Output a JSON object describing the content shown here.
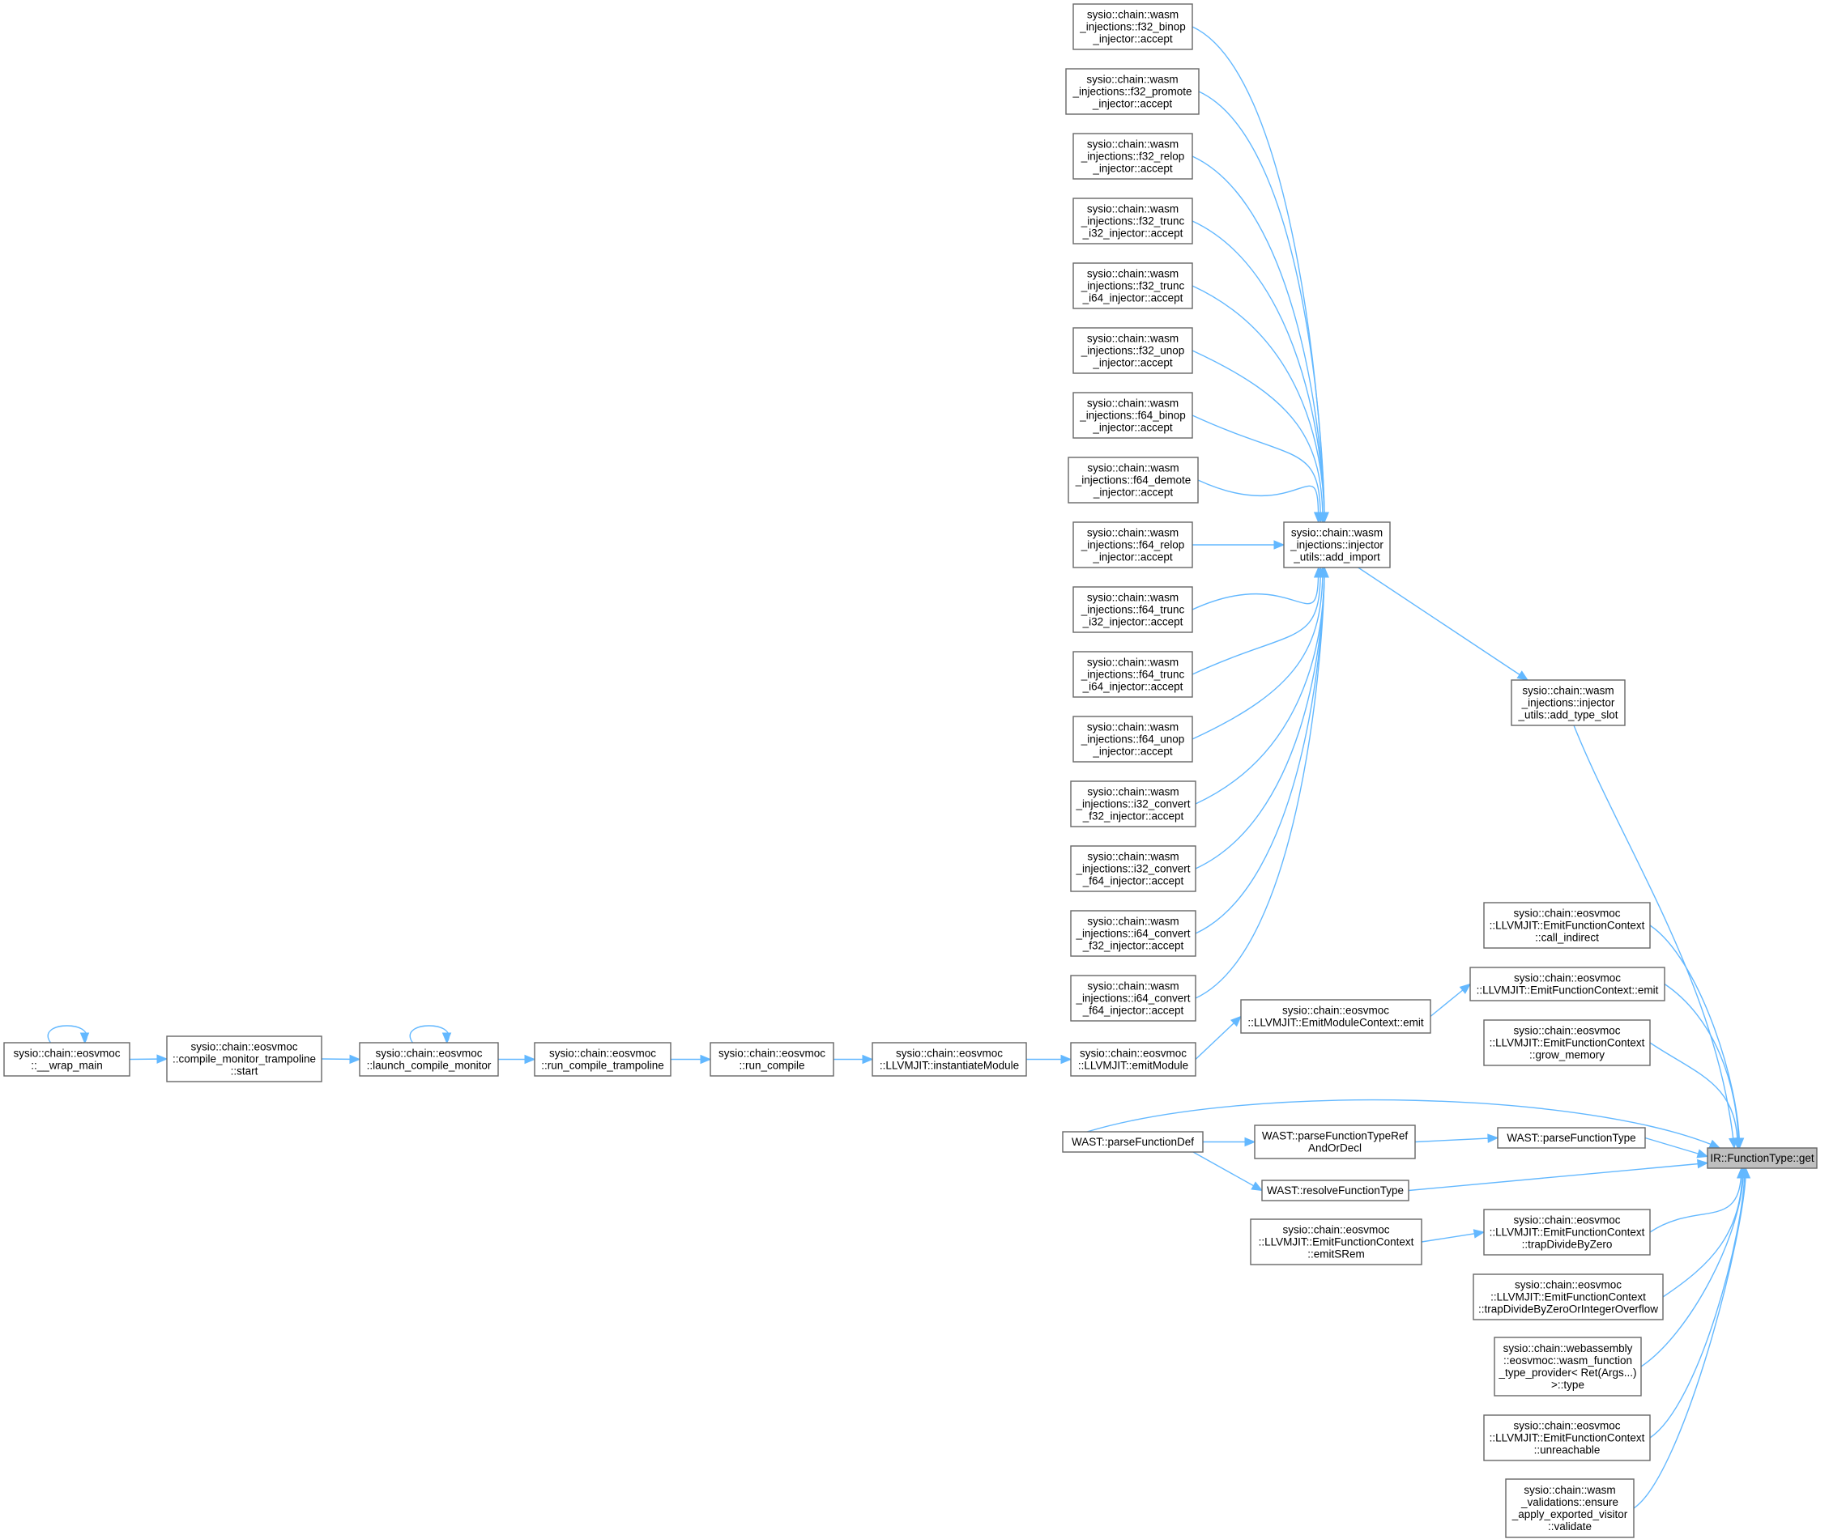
{
  "graph": {
    "root": "n_get",
    "nodes": [
      {
        "id": "n_get",
        "lines": [
          "IR::FunctionType::get"
        ],
        "root": true
      },
      {
        "id": "n_f32_binop",
        "lines": [
          "sysio::chain::wasm",
          "_injections::f32_binop",
          "_injector::accept"
        ]
      },
      {
        "id": "n_f32_promote",
        "lines": [
          "sysio::chain::wasm",
          "_injections::f32_promote",
          "_injector::accept"
        ]
      },
      {
        "id": "n_f32_relop",
        "lines": [
          "sysio::chain::wasm",
          "_injections::f32_relop",
          "_injector::accept"
        ]
      },
      {
        "id": "n_f32_trunc_i32",
        "lines": [
          "sysio::chain::wasm",
          "_injections::f32_trunc",
          "_i32_injector::accept"
        ]
      },
      {
        "id": "n_f32_trunc_i64",
        "lines": [
          "sysio::chain::wasm",
          "_injections::f32_trunc",
          "_i64_injector::accept"
        ]
      },
      {
        "id": "n_f32_unop",
        "lines": [
          "sysio::chain::wasm",
          "_injections::f32_unop",
          "_injector::accept"
        ]
      },
      {
        "id": "n_f64_binop",
        "lines": [
          "sysio::chain::wasm",
          "_injections::f64_binop",
          "_injector::accept"
        ]
      },
      {
        "id": "n_f64_demote",
        "lines": [
          "sysio::chain::wasm",
          "_injections::f64_demote",
          "_injector::accept"
        ]
      },
      {
        "id": "n_f64_relop",
        "lines": [
          "sysio::chain::wasm",
          "_injections::f64_relop",
          "_injector::accept"
        ]
      },
      {
        "id": "n_f64_trunc_i32",
        "lines": [
          "sysio::chain::wasm",
          "_injections::f64_trunc",
          "_i32_injector::accept"
        ]
      },
      {
        "id": "n_f64_trunc_i64",
        "lines": [
          "sysio::chain::wasm",
          "_injections::f64_trunc",
          "_i64_injector::accept"
        ]
      },
      {
        "id": "n_f64_unop",
        "lines": [
          "sysio::chain::wasm",
          "_injections::f64_unop",
          "_injector::accept"
        ]
      },
      {
        "id": "n_i32_convert_f32",
        "lines": [
          "sysio::chain::wasm",
          "_injections::i32_convert",
          "_f32_injector::accept"
        ]
      },
      {
        "id": "n_i32_convert_f64",
        "lines": [
          "sysio::chain::wasm",
          "_injections::i32_convert",
          "_f64_injector::accept"
        ]
      },
      {
        "id": "n_i64_convert_f32",
        "lines": [
          "sysio::chain::wasm",
          "_injections::i64_convert",
          "_f32_injector::accept"
        ]
      },
      {
        "id": "n_i64_convert_f64",
        "lines": [
          "sysio::chain::wasm",
          "_injections::i64_convert",
          "_f64_injector::accept"
        ]
      },
      {
        "id": "n_add_import",
        "lines": [
          "sysio::chain::wasm",
          "_injections::injector",
          "_utils::add_import"
        ]
      },
      {
        "id": "n_add_type_slot",
        "lines": [
          "sysio::chain::wasm",
          "_injections::injector",
          "_utils::add_type_slot"
        ]
      },
      {
        "id": "n_call_indirect",
        "lines": [
          "sysio::chain::eosvmoc",
          "::LLVMJIT::EmitFunctionContext",
          "::call_indirect"
        ]
      },
      {
        "id": "n_efc_emit",
        "lines": [
          "sysio::chain::eosvmoc",
          "::LLVMJIT::EmitFunctionContext::emit"
        ]
      },
      {
        "id": "n_emc_emit",
        "lines": [
          "sysio::chain::eosvmoc",
          "::LLVMJIT::EmitModuleContext::emit"
        ]
      },
      {
        "id": "n_grow_memory",
        "lines": [
          "sysio::chain::eosvmoc",
          "::LLVMJIT::EmitFunctionContext",
          "::grow_memory"
        ]
      },
      {
        "id": "n_emitModule",
        "lines": [
          "sysio::chain::eosvmoc",
          "::LLVMJIT::emitModule"
        ]
      },
      {
        "id": "n_instantiateModule",
        "lines": [
          "sysio::chain::eosvmoc",
          "::LLVMJIT::instantiateModule"
        ]
      },
      {
        "id": "n_run_compile",
        "lines": [
          "sysio::chain::eosvmoc",
          "::run_compile"
        ]
      },
      {
        "id": "n_run_compile_trampoline",
        "lines": [
          "sysio::chain::eosvmoc",
          "::run_compile_trampoline"
        ]
      },
      {
        "id": "n_launch_compile_monitor",
        "lines": [
          "sysio::chain::eosvmoc",
          "::launch_compile_monitor"
        ]
      },
      {
        "id": "n_trampoline_start",
        "lines": [
          "sysio::chain::eosvmoc",
          "::compile_monitor_trampoline",
          "::start"
        ]
      },
      {
        "id": "n_wrap_main",
        "lines": [
          "sysio::chain::eosvmoc",
          "::__wrap_main"
        ]
      },
      {
        "id": "n_parseFunctionDef",
        "lines": [
          "WAST::parseFunctionDef"
        ]
      },
      {
        "id": "n_parseFunctionTypeRef",
        "lines": [
          "WAST::parseFunctionTypeRef",
          "AndOrDecl"
        ]
      },
      {
        "id": "n_parseFunctionType",
        "lines": [
          "WAST::parseFunctionType"
        ]
      },
      {
        "id": "n_resolveFunctionType",
        "lines": [
          "WAST::resolveFunctionType"
        ]
      },
      {
        "id": "n_emitSRem",
        "lines": [
          "sysio::chain::eosvmoc",
          "::LLVMJIT::EmitFunctionContext",
          "::emitSRem"
        ]
      },
      {
        "id": "n_trapDivideByZero",
        "lines": [
          "sysio::chain::eosvmoc",
          "::LLVMJIT::EmitFunctionContext",
          "::trapDivideByZero"
        ]
      },
      {
        "id": "n_trapDivideByZeroOrIntegerOverflow",
        "lines": [
          "sysio::chain::eosvmoc",
          "::LLVMJIT::EmitFunctionContext",
          "::trapDivideByZeroOrIntegerOverflow"
        ]
      },
      {
        "id": "n_wasm_function_type_provider",
        "lines": [
          "sysio::chain::webassembly",
          "::eosvmoc::wasm_function",
          "_type_provider< Ret(Args...)",
          ">::type"
        ]
      },
      {
        "id": "n_unreachable",
        "lines": [
          "sysio::chain::eosvmoc",
          "::LLVMJIT::EmitFunctionContext",
          "::unreachable"
        ]
      },
      {
        "id": "n_validate",
        "lines": [
          "sysio::chain::wasm",
          "_validations::ensure",
          "_apply_exported_visitor",
          "::validate"
        ]
      }
    ],
    "edges": [
      [
        "n_f32_binop",
        "n_add_import"
      ],
      [
        "n_f32_promote",
        "n_add_import"
      ],
      [
        "n_f32_relop",
        "n_add_import"
      ],
      [
        "n_f32_trunc_i32",
        "n_add_import"
      ],
      [
        "n_f32_trunc_i64",
        "n_add_import"
      ],
      [
        "n_f32_unop",
        "n_add_import"
      ],
      [
        "n_f64_binop",
        "n_add_import"
      ],
      [
        "n_f64_demote",
        "n_add_import"
      ],
      [
        "n_f64_relop",
        "n_add_import"
      ],
      [
        "n_f64_trunc_i32",
        "n_add_import"
      ],
      [
        "n_f64_trunc_i64",
        "n_add_import"
      ],
      [
        "n_f64_unop",
        "n_add_import"
      ],
      [
        "n_i32_convert_f32",
        "n_add_import"
      ],
      [
        "n_i32_convert_f64",
        "n_add_import"
      ],
      [
        "n_i64_convert_f32",
        "n_add_import"
      ],
      [
        "n_i64_convert_f64",
        "n_add_import"
      ],
      [
        "n_add_import",
        "n_add_type_slot"
      ],
      [
        "n_add_type_slot",
        "n_get"
      ],
      [
        "n_call_indirect",
        "n_get"
      ],
      [
        "n_efc_emit",
        "n_get"
      ],
      [
        "n_emc_emit",
        "n_efc_emit"
      ],
      [
        "n_emitModule",
        "n_emc_emit"
      ],
      [
        "n_instantiateModule",
        "n_emitModule"
      ],
      [
        "n_run_compile",
        "n_instantiateModule"
      ],
      [
        "n_run_compile_trampoline",
        "n_run_compile"
      ],
      [
        "n_launch_compile_monitor",
        "n_run_compile_trampoline"
      ],
      [
        "n_launch_compile_monitor",
        "n_launch_compile_monitor"
      ],
      [
        "n_trampoline_start",
        "n_launch_compile_monitor"
      ],
      [
        "n_wrap_main",
        "n_trampoline_start"
      ],
      [
        "n_wrap_main",
        "n_wrap_main"
      ],
      [
        "n_grow_memory",
        "n_get"
      ],
      [
        "n_parseFunctionDef",
        "n_get"
      ],
      [
        "n_parseFunctionTypeRef",
        "n_parseFunctionDef"
      ],
      [
        "n_resolveFunctionType",
        "n_parseFunctionDef"
      ],
      [
        "n_parseFunctionType",
        "n_parseFunctionTypeRef"
      ],
      [
        "n_parseFunctionType",
        "n_get"
      ],
      [
        "n_resolveFunctionType",
        "n_get"
      ],
      [
        "n_trapDivideByZero",
        "n_emitSRem"
      ],
      [
        "n_trapDivideByZero",
        "n_get"
      ],
      [
        "n_trapDivideByZeroOrIntegerOverflow",
        "n_get"
      ],
      [
        "n_wasm_function_type_provider",
        "n_get"
      ],
      [
        "n_unreachable",
        "n_get"
      ],
      [
        "n_validate",
        "n_get"
      ]
    ]
  }
}
